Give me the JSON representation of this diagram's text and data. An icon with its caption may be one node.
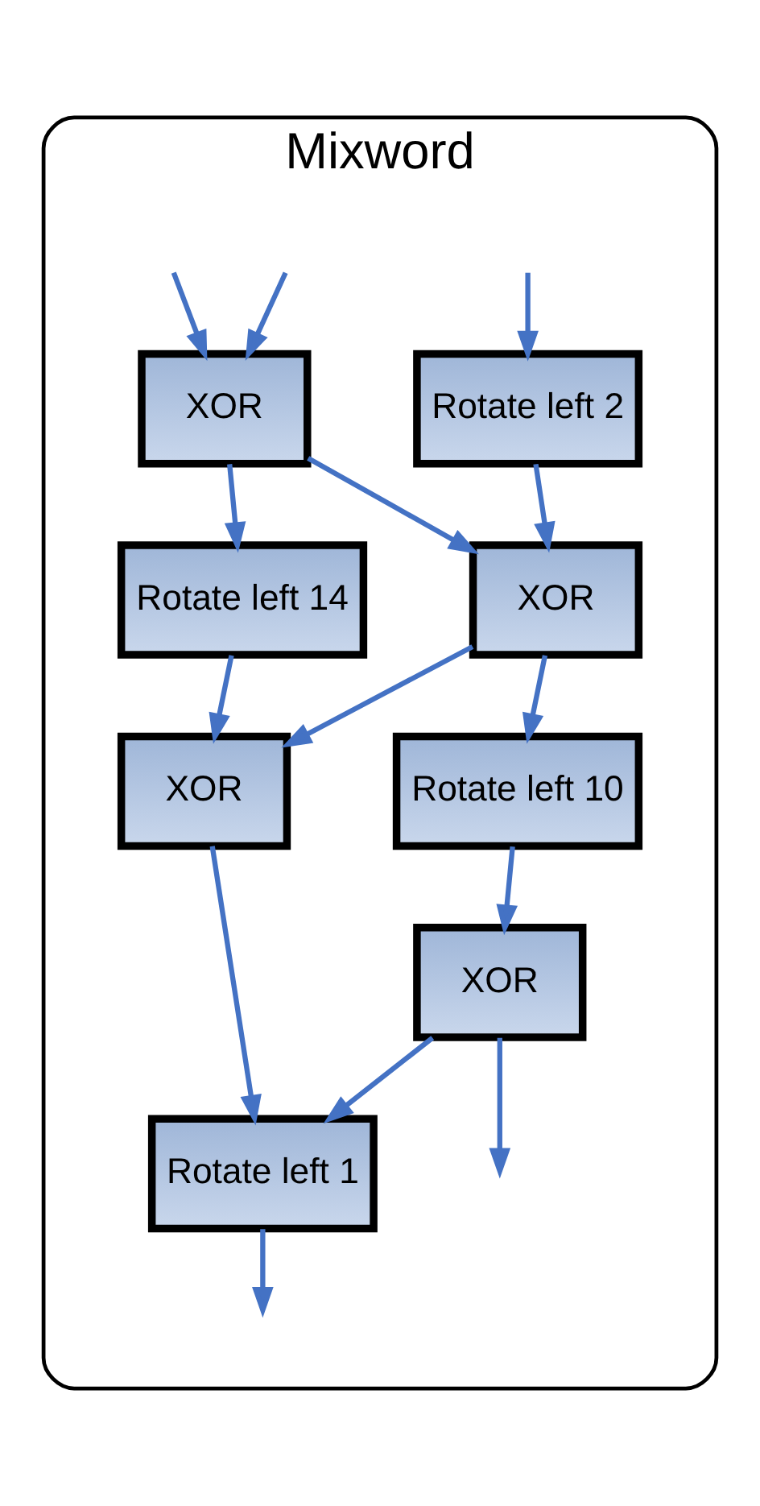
{
  "diagram": {
    "nodes": [
      {
        "text": [
          "Mixword"
        ]
      },
      {
        "text": [
          "XOR"
        ],
        "in": 0
      },
      {
        "text": [
          "Rotate left 2"
        ],
        "in": 0
      },
      {
        "text": [
          "XOR"
        ],
        "in": 0
      },
      {
        "text": [
          "Rotate left 14"
        ],
        "in": 0
      },
      {
        "text": [
          "XOR"
        ],
        "in": 0
      },
      {
        "text": [
          "Rotate left 10"
        ],
        "in": 0
      },
      {
        "text": [
          "XOR"
        ],
        "in": 0
      },
      {
        "text": [
          "Rotate left 1"
        ],
        "in": 0
      }
    ],
    "edges": [
      {
        "from": null,
        "to": 1,
        "arrow": "to"
      },
      {
        "from": null,
        "to": 2,
        "arrow": "to"
      },
      {
        "from": null,
        "to": 1,
        "arrow": "to"
      },
      {
        "from": 2,
        "to": 3,
        "arrow": "to"
      },
      {
        "from": 1,
        "to": 3,
        "arrow": "to"
      },
      {
        "from": 1,
        "to": 4,
        "arrow": "to"
      },
      {
        "from": 3,
        "to": 5,
        "arrow": "to"
      },
      {
        "from": 3,
        "to": 6,
        "arrow": "to"
      },
      {
        "from": 4,
        "to": 5,
        "arrow": "to"
      },
      {
        "from": 6,
        "to": 7,
        "arrow": "to"
      },
      {
        "from": 5,
        "to": 8,
        "arrow": "to"
      },
      {
        "from": 7,
        "to": 8,
        "arrow": "to"
      },
      {
        "from": 7,
        "to": null,
        "arrow": "to"
      },
      {
        "from": 8,
        "to": null,
        "arrow": "to"
      }
    ]
  }
}
